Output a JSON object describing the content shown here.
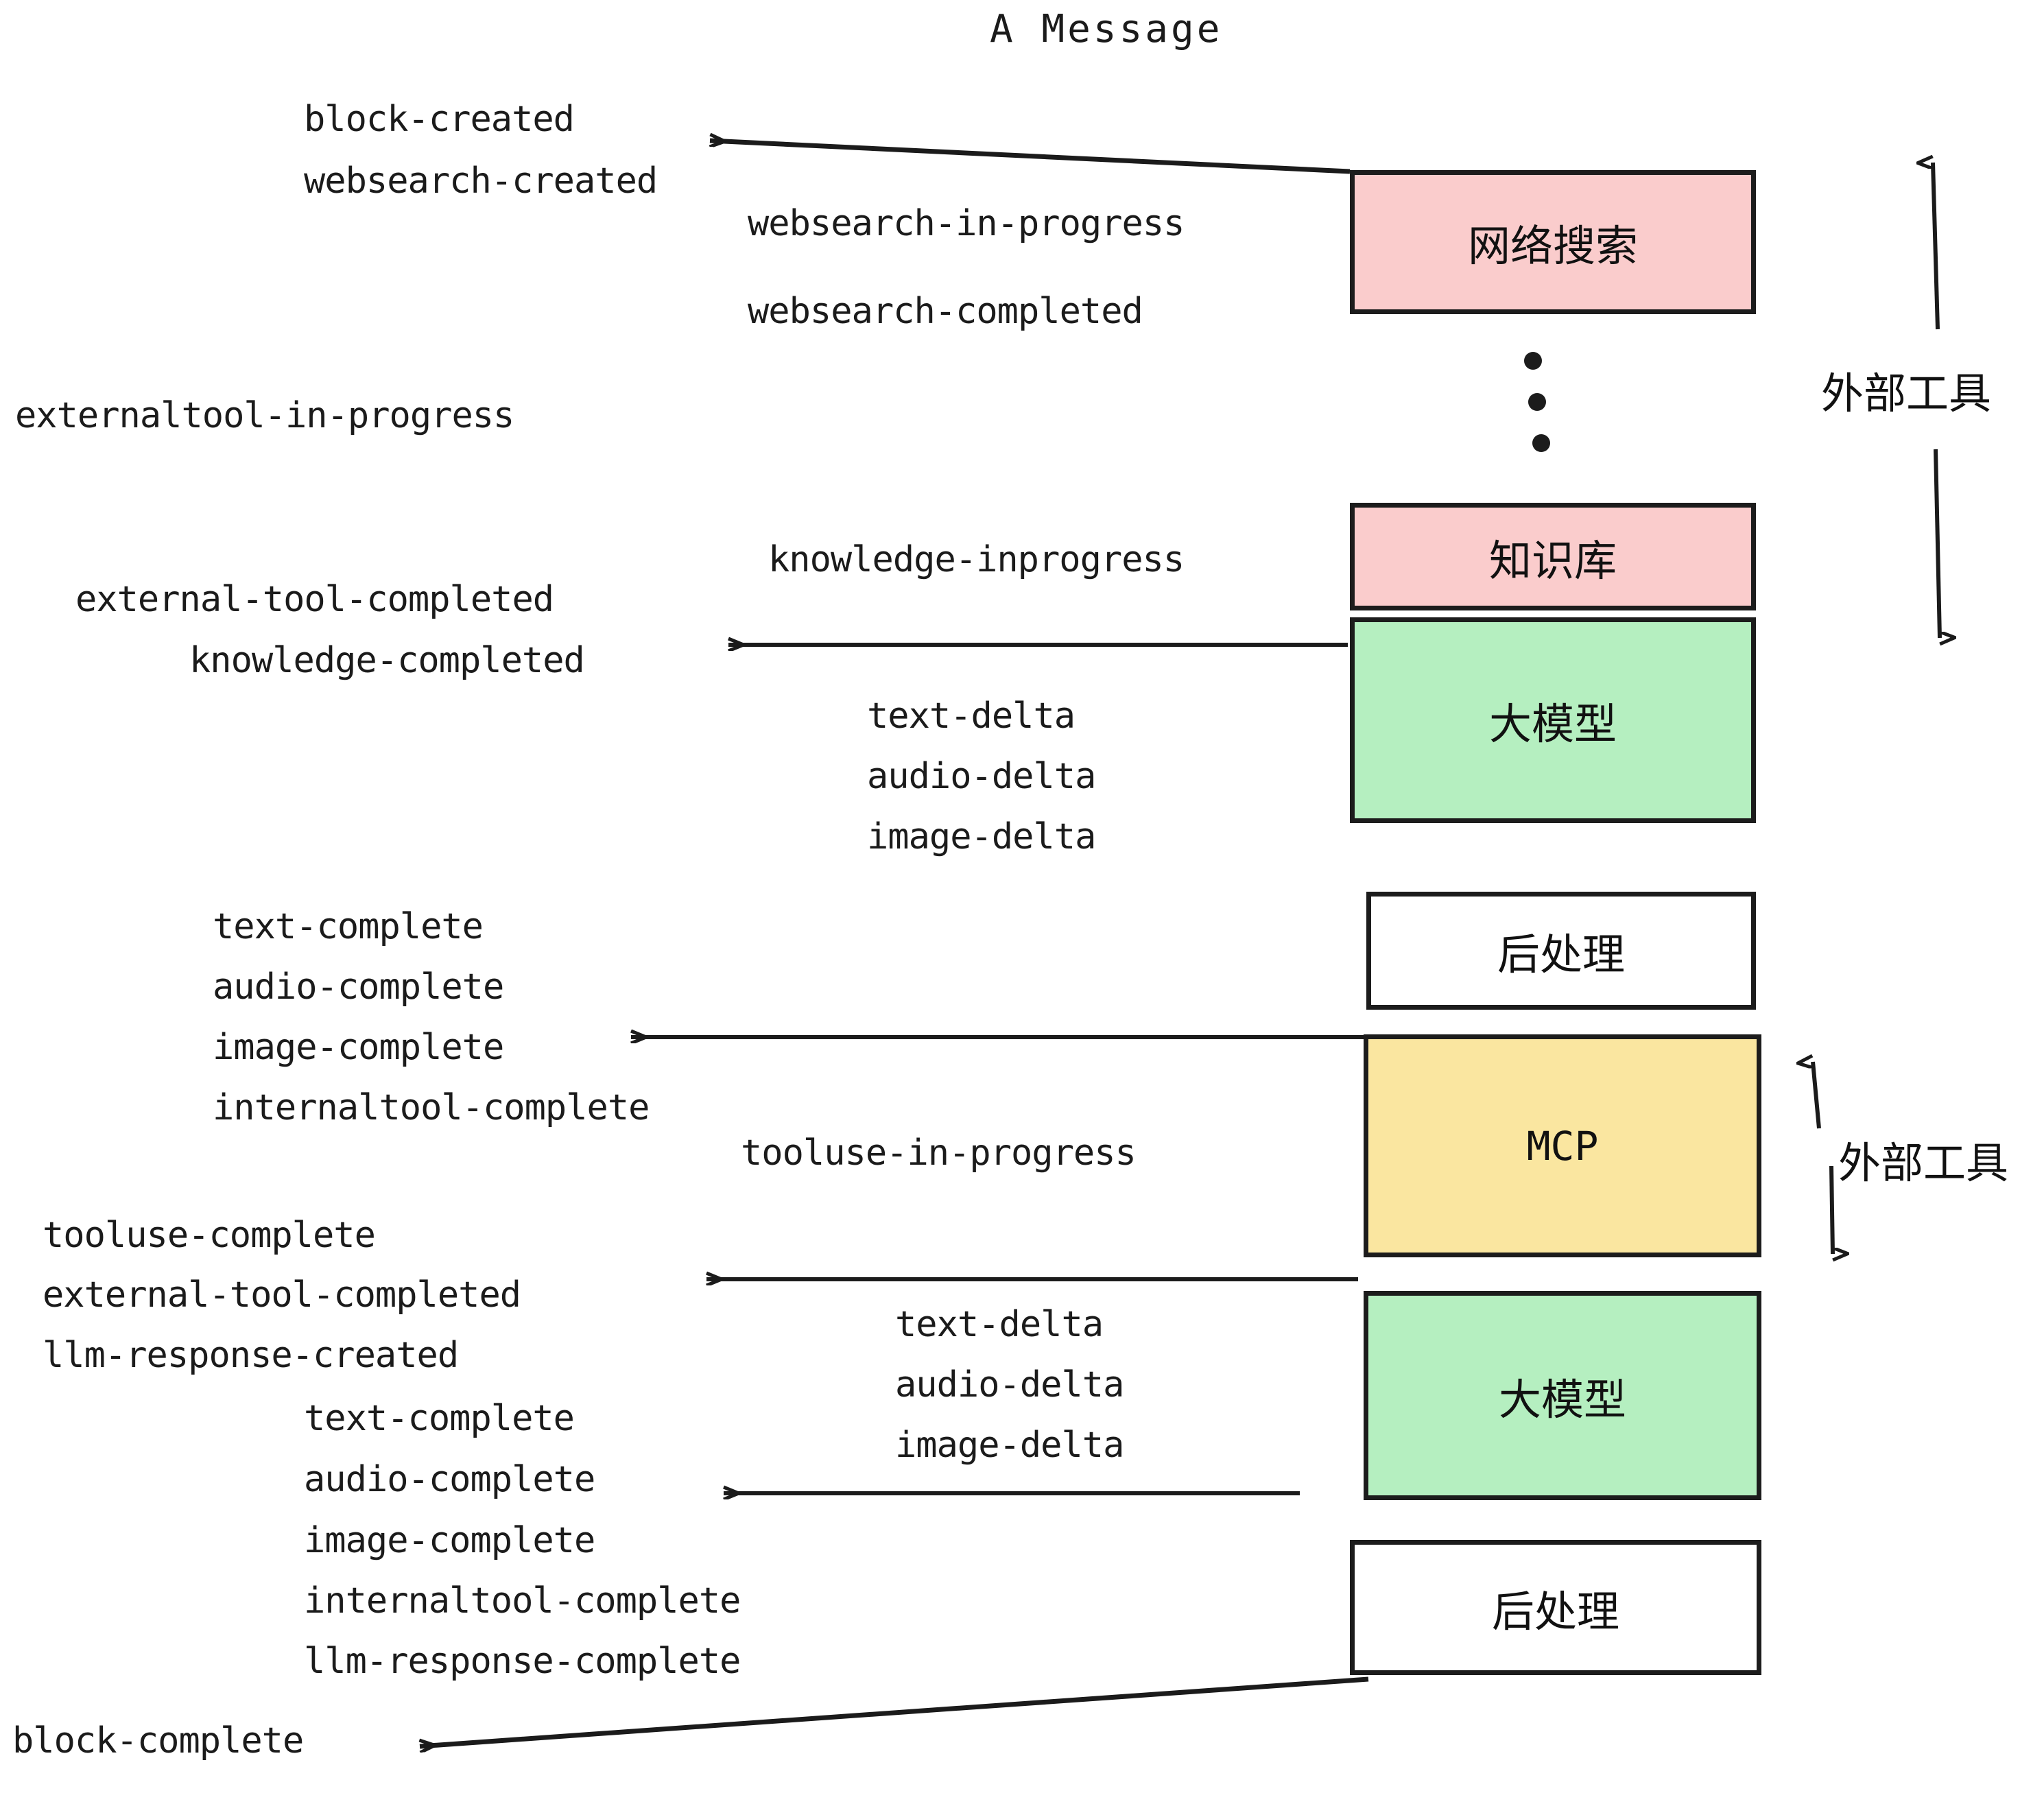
{
  "diagram": {
    "title": "A Message",
    "colors": {
      "pink": "#FACCCC",
      "green": "#B5EFC0",
      "yellow": "#FAE6A0",
      "white": "#FFFFFF",
      "stroke": "#1C1C1C",
      "text": "#1B1B1B"
    },
    "nodes": [
      {
        "id": "websearch",
        "label": "网络搜索",
        "fill": "pink"
      },
      {
        "id": "knowledge",
        "label": "知识库",
        "fill": "pink"
      },
      {
        "id": "llm-upper",
        "label": "大模型",
        "fill": "green"
      },
      {
        "id": "postprocess-upper",
        "label": "后处理",
        "fill": "white"
      },
      {
        "id": "mcp",
        "label": "MCP",
        "fill": "yellow"
      },
      {
        "id": "llm-lower",
        "label": "大模型",
        "fill": "green"
      },
      {
        "id": "postprocess-lower",
        "label": "后处理",
        "fill": "white"
      }
    ],
    "group_labels": [
      {
        "id": "external-tools-top",
        "label": "外部工具"
      },
      {
        "id": "external-tools-bottom",
        "label": "外部工具"
      }
    ],
    "events": [
      {
        "id": "e01",
        "text": "block-created"
      },
      {
        "id": "e02",
        "text": "websearch-created"
      },
      {
        "id": "e03",
        "text": "websearch-in-progress"
      },
      {
        "id": "e04",
        "text": "websearch-completed"
      },
      {
        "id": "e05",
        "text": "externaltool-in-progress"
      },
      {
        "id": "e06",
        "text": "knowledge-inprogress"
      },
      {
        "id": "e07",
        "text": "external-tool-completed"
      },
      {
        "id": "e08",
        "text": "knowledge-completed"
      },
      {
        "id": "e09",
        "text": "text-delta"
      },
      {
        "id": "e10",
        "text": "audio-delta"
      },
      {
        "id": "e11",
        "text": "image-delta"
      },
      {
        "id": "e12",
        "text": "text-complete"
      },
      {
        "id": "e13",
        "text": "audio-complete"
      },
      {
        "id": "e14",
        "text": "image-complete"
      },
      {
        "id": "e15",
        "text": "internaltool-complete"
      },
      {
        "id": "e16",
        "text": "tooluse-in-progress"
      },
      {
        "id": "e17",
        "text": "tooluse-complete"
      },
      {
        "id": "e18",
        "text": "external-tool-completed"
      },
      {
        "id": "e19",
        "text": "llm-response-created"
      },
      {
        "id": "e20",
        "text": "text-delta"
      },
      {
        "id": "e21",
        "text": "audio-delta"
      },
      {
        "id": "e22",
        "text": "image-delta"
      },
      {
        "id": "e23",
        "text": "text-complete"
      },
      {
        "id": "e24",
        "text": "audio-complete"
      },
      {
        "id": "e25",
        "text": "image-complete"
      },
      {
        "id": "e26",
        "text": "internaltool-complete"
      },
      {
        "id": "e27",
        "text": "llm-response-complete"
      },
      {
        "id": "e28",
        "text": "block-complete"
      }
    ]
  }
}
